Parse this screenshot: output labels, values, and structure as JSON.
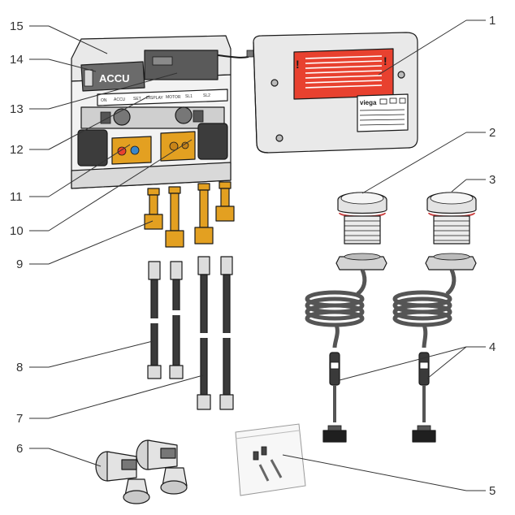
{
  "labels": {
    "n1": "1",
    "n2": "2",
    "n3": "3",
    "n4": "4",
    "n5": "5",
    "n6": "6",
    "n7": "7",
    "n8": "8",
    "n9": "9",
    "n10": "10",
    "n11": "11",
    "n12": "12",
    "n13": "13",
    "n14": "14",
    "n15": "15"
  },
  "control_unit": {
    "accu_label": "ACCU",
    "connector_labels": [
      "ON",
      "ACCU",
      "SET",
      "DISPLAY",
      "MOTOR",
      "SL1",
      "SL2"
    ]
  },
  "cover": {
    "brand": "viega"
  },
  "colors": {
    "warning_red": "#e8412f",
    "brass": "#e3a021",
    "housing_grey": "#e9e9e9",
    "dark_grey": "#4a4a4a"
  },
  "icons": {
    "warning": "exclamation-icon",
    "battery": "battery-icon"
  }
}
